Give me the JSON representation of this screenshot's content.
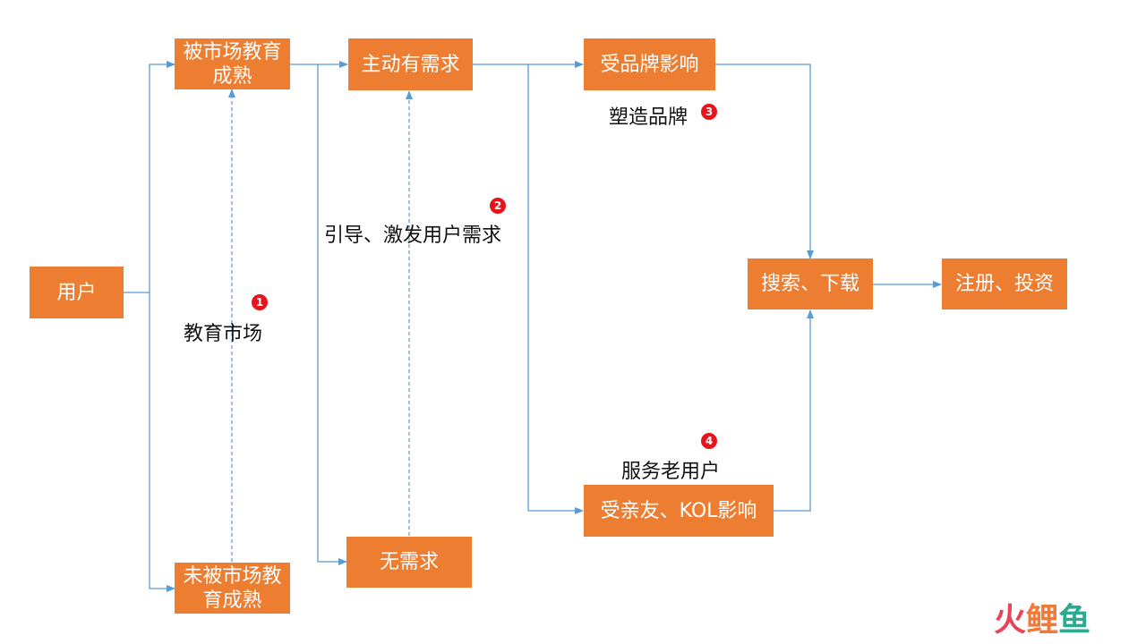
{
  "nodes": {
    "user": "用户",
    "educated": "被市场教育成熟",
    "uneducated": "未被市场教育成熟",
    "active_demand": "主动有需求",
    "no_demand": "无需求",
    "brand_influence": "受品牌影响",
    "kol_influence": "受亲友、KOL影响",
    "search_download": "搜索、下载",
    "register_invest": "注册、投资"
  },
  "labels": {
    "educate_market": "教育市场",
    "guide_demand": "引导、激发用户需求",
    "build_brand": "塑造品牌",
    "serve_old_users": "服务老用户"
  },
  "badges": {
    "b1": "1",
    "b2": "2",
    "b3": "3",
    "b4": "4"
  },
  "logo": {
    "c1": "火",
    "c2": "鲤",
    "c3": "鱼"
  },
  "colors": {
    "box": "#ED7D31",
    "connector": "#5B9BD5",
    "badge": "#E8141C"
  }
}
